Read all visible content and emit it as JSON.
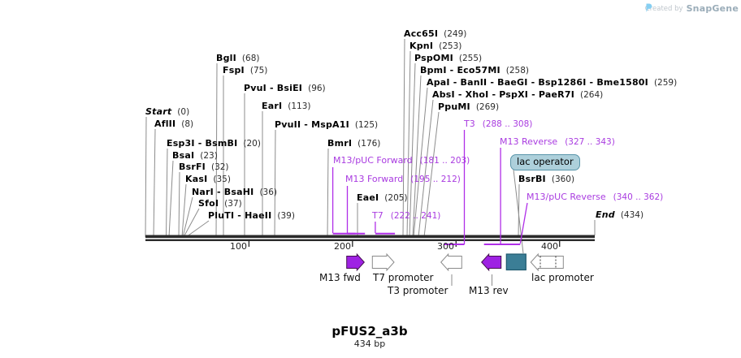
{
  "watermark": {
    "created_by": "Created by",
    "brand": "SnapGene"
  },
  "title": {
    "name": "pFUS2_a3b",
    "length": "434 bp"
  },
  "ruler": {
    "ticks": [
      "100",
      "200",
      "300",
      "400"
    ]
  },
  "sites": [
    {
      "name": "Start",
      "pos": "(0)"
    },
    {
      "name": "AflII",
      "pos": "(8)"
    },
    {
      "name": "Esp3I - BsmBI",
      "pos": "(20)"
    },
    {
      "name": "BsaI",
      "pos": "(23)"
    },
    {
      "name": "BsrFI",
      "pos": "(32)"
    },
    {
      "name": "KasI",
      "pos": "(35)"
    },
    {
      "name": "NarI - BsaHI",
      "pos": "(36)"
    },
    {
      "name": "SfoI",
      "pos": "(37)"
    },
    {
      "name": "PluTI - HaeII",
      "pos": "(39)"
    },
    {
      "name": "BglI",
      "pos": "(68)"
    },
    {
      "name": "FspI",
      "pos": "(75)"
    },
    {
      "name": "PvuI - BsiEI",
      "pos": "(96)"
    },
    {
      "name": "EarI",
      "pos": "(113)"
    },
    {
      "name": "PvuII - MspA1I",
      "pos": "(125)"
    },
    {
      "name": "BmrI",
      "pos": "(176)"
    },
    {
      "name": "EaeI",
      "pos": "(205)"
    },
    {
      "name": "Acc65I",
      "pos": "(249)"
    },
    {
      "name": "KpnI",
      "pos": "(253)"
    },
    {
      "name": "PspOMI",
      "pos": "(255)"
    },
    {
      "name": "BpmI - Eco57MI",
      "pos": "(258)"
    },
    {
      "name": "ApaI - BanII - BaeGI - Bsp1286I - Bme1580I",
      "pos": "(259)"
    },
    {
      "name": "AbsI - XhoI - PspXI - PaeR7I",
      "pos": "(264)"
    },
    {
      "name": "PpuMI",
      "pos": "(269)"
    },
    {
      "name": "BsrBI",
      "pos": "(360)"
    },
    {
      "name": "End",
      "pos": "(434)"
    }
  ],
  "primers": [
    {
      "name": "M13/pUC Forward",
      "range": "(181 .. 203)"
    },
    {
      "name": "M13 Forward",
      "range": "(195 .. 212)"
    },
    {
      "name": "T7",
      "range": "(222 .. 241)"
    },
    {
      "name": "T3",
      "range": "(288 .. 308)"
    },
    {
      "name": "M13 Reverse",
      "range": "(327 .. 343)"
    },
    {
      "name": "M13/pUC Reverse",
      "range": "(340 .. 362)"
    }
  ],
  "features": {
    "lac_operator": "lac operator",
    "m13_fwd": "M13 fwd",
    "t7_promoter": "T7 promoter",
    "t3_promoter": "T3 promoter",
    "m13_rev": "M13 rev",
    "lac_promoter": "lac promoter"
  },
  "colors": {
    "primer_purple": "#a93be0",
    "arrow_purple": "#9e22e3",
    "operator_teal": "#3b7e96",
    "operator_label_bg": "#add0db"
  }
}
